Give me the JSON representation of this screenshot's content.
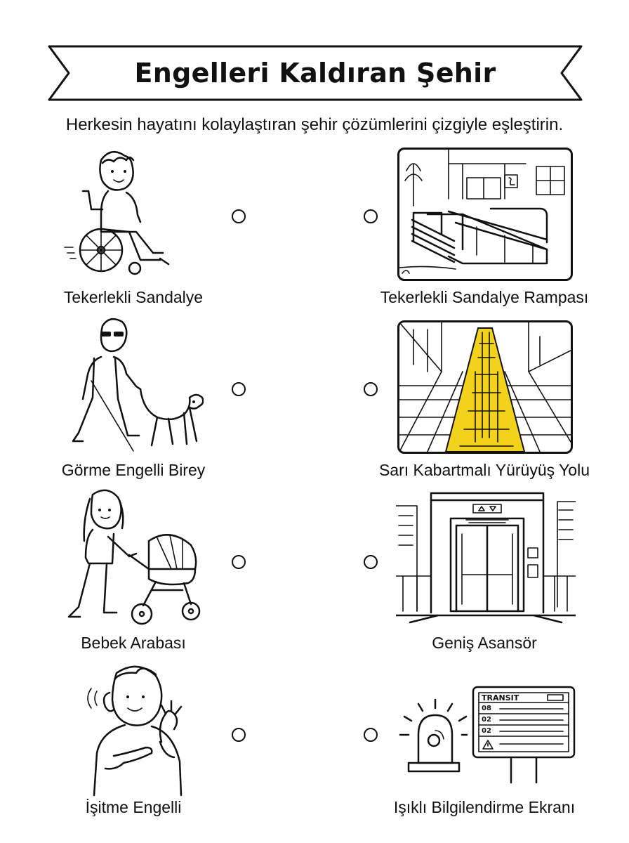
{
  "title": "Engelleri Kaldıran Şehir",
  "instruction": "Herkesin hayatını kolaylaştıran şehir çözümlerini çizgiyle eşleştirin.",
  "left_items": [
    {
      "label": "Tekerlekli Sandalye",
      "icon": "wheelchair-user"
    },
    {
      "label": "Görme Engelli Birey",
      "icon": "visually-impaired-person-with-guide-dog"
    },
    {
      "label": "Bebek Arabası",
      "icon": "woman-with-baby-stroller"
    },
    {
      "label": "İşitme Engelli",
      "icon": "hearing-impaired-person-signing"
    }
  ],
  "right_items": [
    {
      "label": "Tekerlekli Sandalye Rampası",
      "icon": "wheelchair-ramp"
    },
    {
      "label": "Sarı Kabartmalı Yürüyüş Yolu",
      "icon": "tactile-paving"
    },
    {
      "label": "Geniş Asansör",
      "icon": "wide-elevator"
    },
    {
      "label": "Işıklı Bilgilendirme Ekranı",
      "icon": "light-and-info-screen"
    }
  ],
  "info_screen": {
    "header": "TRANSIT",
    "rows": [
      "08",
      "02",
      "02"
    ]
  },
  "colors": {
    "tactile_yellow": "#f2d21b",
    "ink": "#111111"
  }
}
